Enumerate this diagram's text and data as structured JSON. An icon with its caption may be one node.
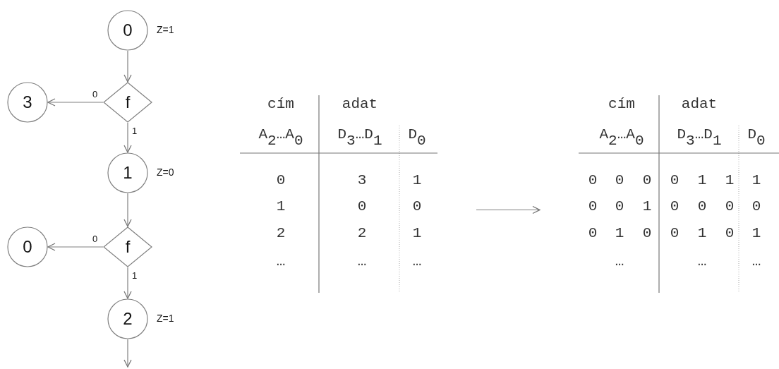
{
  "diagram": {
    "nodes": [
      {
        "text": [
          "0"
        ],
        "beside": [
          "Z=1"
        ]
      },
      {
        "text": [
          "f"
        ]
      },
      {
        "text": [
          "3"
        ]
      },
      {
        "text": [
          "1"
        ],
        "beside": [
          "Z=0"
        ]
      },
      {
        "text": [
          "f"
        ]
      },
      {
        "text": [
          "0"
        ]
      },
      {
        "text": [
          "2"
        ],
        "beside": [
          "Z=1"
        ]
      },
      {
        "text": [
          "cím",
          "adat",
          "A$_{2}$…A$_{0}$",
          "D$_{3}$…D$_{1}$",
          "D$_{0}$",
          "0",
          "3",
          "1",
          "1",
          "0",
          "0",
          "2",
          "2",
          "1",
          "…",
          "…",
          "…"
        ]
      },
      {
        "text": [
          "cím",
          "adat",
          "A$_{2}$…A$_{0}$",
          "D$_{3}$…D$_{1}$",
          "D$_{0}$",
          "0",
          "0",
          "0",
          "0",
          "1",
          "1",
          "1",
          "0",
          "0",
          "1",
          "0",
          "0",
          "0",
          "0",
          "0",
          "1",
          "0",
          "0",
          "1",
          "0",
          "1",
          "…",
          "…",
          "…"
        ]
      }
    ],
    "edges": [
      {
        "from": 0,
        "to": 1,
        "arrow": "to"
      },
      {
        "from": 1,
        "to": 2,
        "arrow": "to",
        "label": "0"
      },
      {
        "from": 1,
        "to": 3,
        "arrow": "to",
        "label": "1"
      },
      {
        "from": 3,
        "to": 4,
        "arrow": "to"
      },
      {
        "from": 4,
        "to": 5,
        "arrow": "to",
        "label": "0"
      },
      {
        "from": 4,
        "to": 6,
        "arrow": "to",
        "label": "1"
      },
      {
        "from": 6,
        "to": null,
        "arrow": "to"
      },
      {
        "from": 7,
        "to": 8,
        "arrow": "to"
      }
    ]
  }
}
